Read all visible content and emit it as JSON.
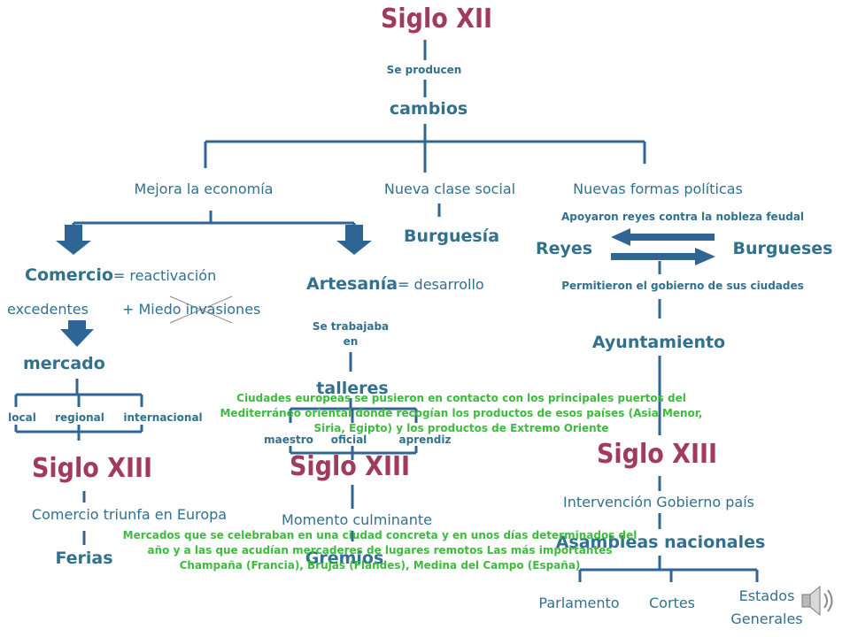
{
  "colors": {
    "title": "#a13b5d",
    "text": "#31708f",
    "lines": "#2f6595",
    "note": "#3dbb3d"
  },
  "top": {
    "title": "Siglo XII",
    "se_producen": "Se producen",
    "cambios": "cambios"
  },
  "branches": {
    "economia": "Mejora la economía",
    "clase": "Nueva clase social",
    "formas": "Nuevas formas políticas"
  },
  "left": {
    "comercio_word": "Comercio",
    "comercio_rest": "= reactivación",
    "excedentes": "excedentes",
    "miedo": "+ Miedo invasiones",
    "mercado": "mercado",
    "local": "local",
    "regional": "regional",
    "internacional": "internacional",
    "siglo": "Siglo XIII",
    "triunfa": "Comercio triunfa en Europa",
    "ferias": "Ferias"
  },
  "middle": {
    "artesania_word": "Artesanía",
    "artesania_rest": "= desarrollo",
    "trabajaba_1": "Se trabajaba",
    "trabajaba_2": "en",
    "talleres": "talleres",
    "maestro": "maestro",
    "oficial": "oficial",
    "aprendiz": "aprendiz",
    "siglo": "Siglo XIII",
    "momento": "Momento culminante",
    "gremios": "Gremios"
  },
  "burguesia": "Burguesía",
  "right": {
    "apoyaron": "Apoyaron reyes contra la nobleza feudal",
    "reyes": "Reyes",
    "burgueses": "Burgueses",
    "permitieron": "Permitieron el gobierno de sus ciudades",
    "ayuntamiento": "Ayuntamiento",
    "siglo": "Siglo XIII",
    "intervencion": "Intervención Gobierno país",
    "asambleas": "Asambleas nacionales",
    "parlamento": "Parlamento",
    "cortes": "Cortes",
    "estados_1": "Estados",
    "estados_2": "Generales"
  },
  "notes": {
    "ciudades": "Ciudades europeas se pusieron en contacto con los principales puertos del Mediterráneo oriental donde recogían los productos de esos países (Asia Menor, Siria, Egipto) y los productos de Extremo Oriente",
    "mercados": "Mercados que se celebraban en una ciudad concreta y en unos días determinados del año y a las que acudían mercaderes de lugares remotos Las más importantes Champaña (Francia), Brujas (Flandes), Medina del Campo (España)"
  },
  "icons": {
    "speaker": "speaker-icon"
  }
}
